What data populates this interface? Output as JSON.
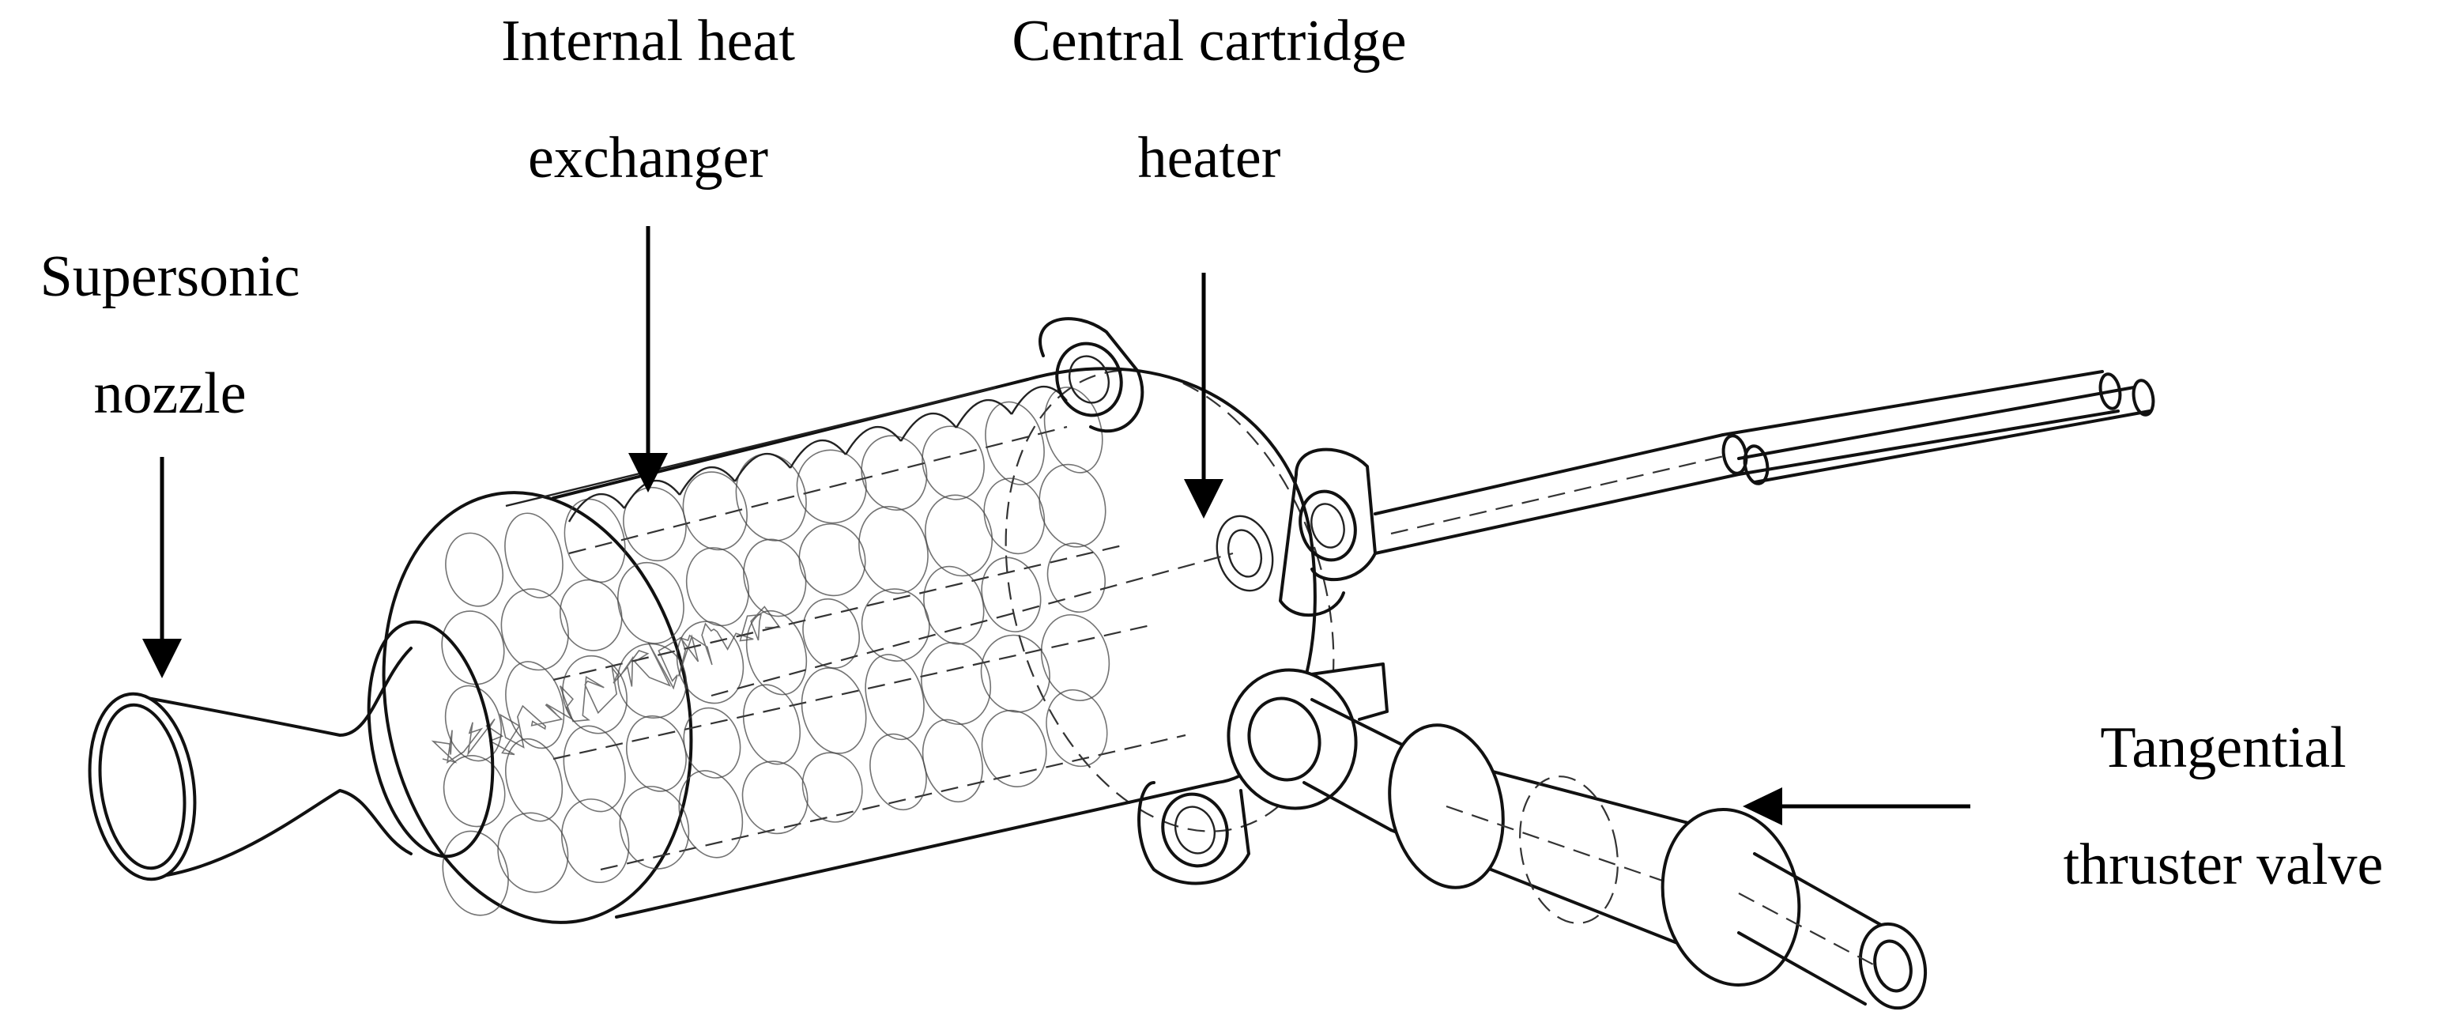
{
  "labels": {
    "supersonic_nozzle": [
      "Supersonic",
      "nozzle"
    ],
    "internal_heat_exchanger": [
      "Internal heat",
      "exchanger"
    ],
    "central_cartridge_heater": [
      "Central cartridge",
      "heater"
    ],
    "tangential_thruster_valve": [
      "Tangential",
      "thruster valve"
    ]
  }
}
